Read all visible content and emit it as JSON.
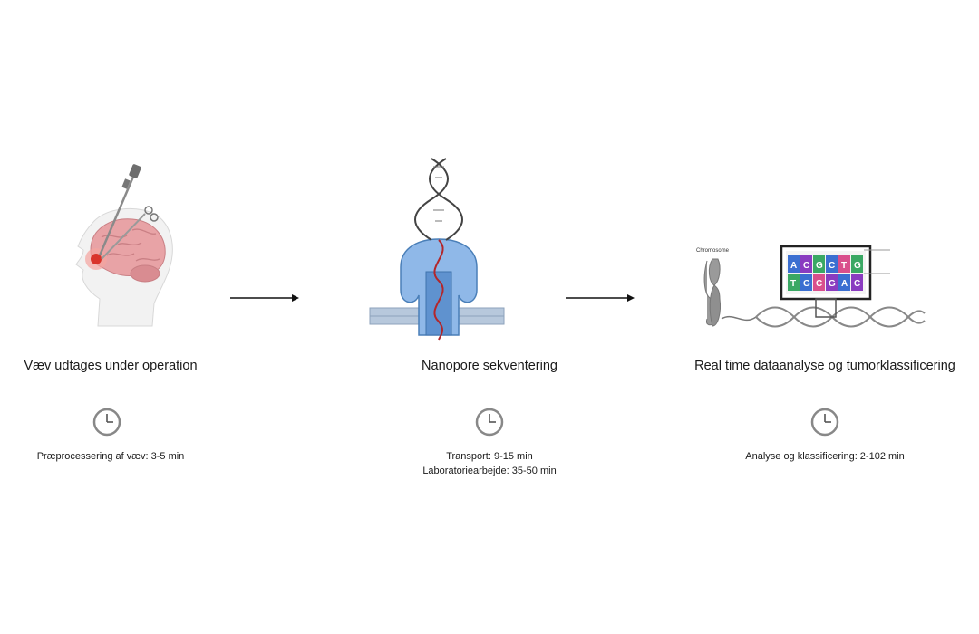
{
  "stages": [
    {
      "title": "Væv udtages under operation",
      "times": [
        "Præprocessering af væv: 3-5 min"
      ],
      "icon": "brain-surgery-icon"
    },
    {
      "title": "Nanopore sekventering",
      "times": [
        "Transport: 9-15 min",
        "Laboratoriearbejde: 35-50 min"
      ],
      "icon": "nanopore-icon"
    },
    {
      "title": "Real time dataanalyse og tumorklassificering",
      "times": [
        "Analyse og klassificering: 2-102 min"
      ],
      "icon": "sequencing-analysis-icon"
    }
  ],
  "chromosome_label": "Chromosome",
  "sequence": {
    "top": [
      "A",
      "C",
      "G",
      "C",
      "T",
      "G"
    ],
    "bottom": [
      "T",
      "G",
      "C",
      "G",
      "A",
      "C"
    ]
  },
  "colors": {
    "brain": "#e8a3a6",
    "tumor": "#d9342b",
    "pore": "#8fb8e8",
    "membrane": "#b7c8dc",
    "dna_strand": "#b3262a"
  }
}
